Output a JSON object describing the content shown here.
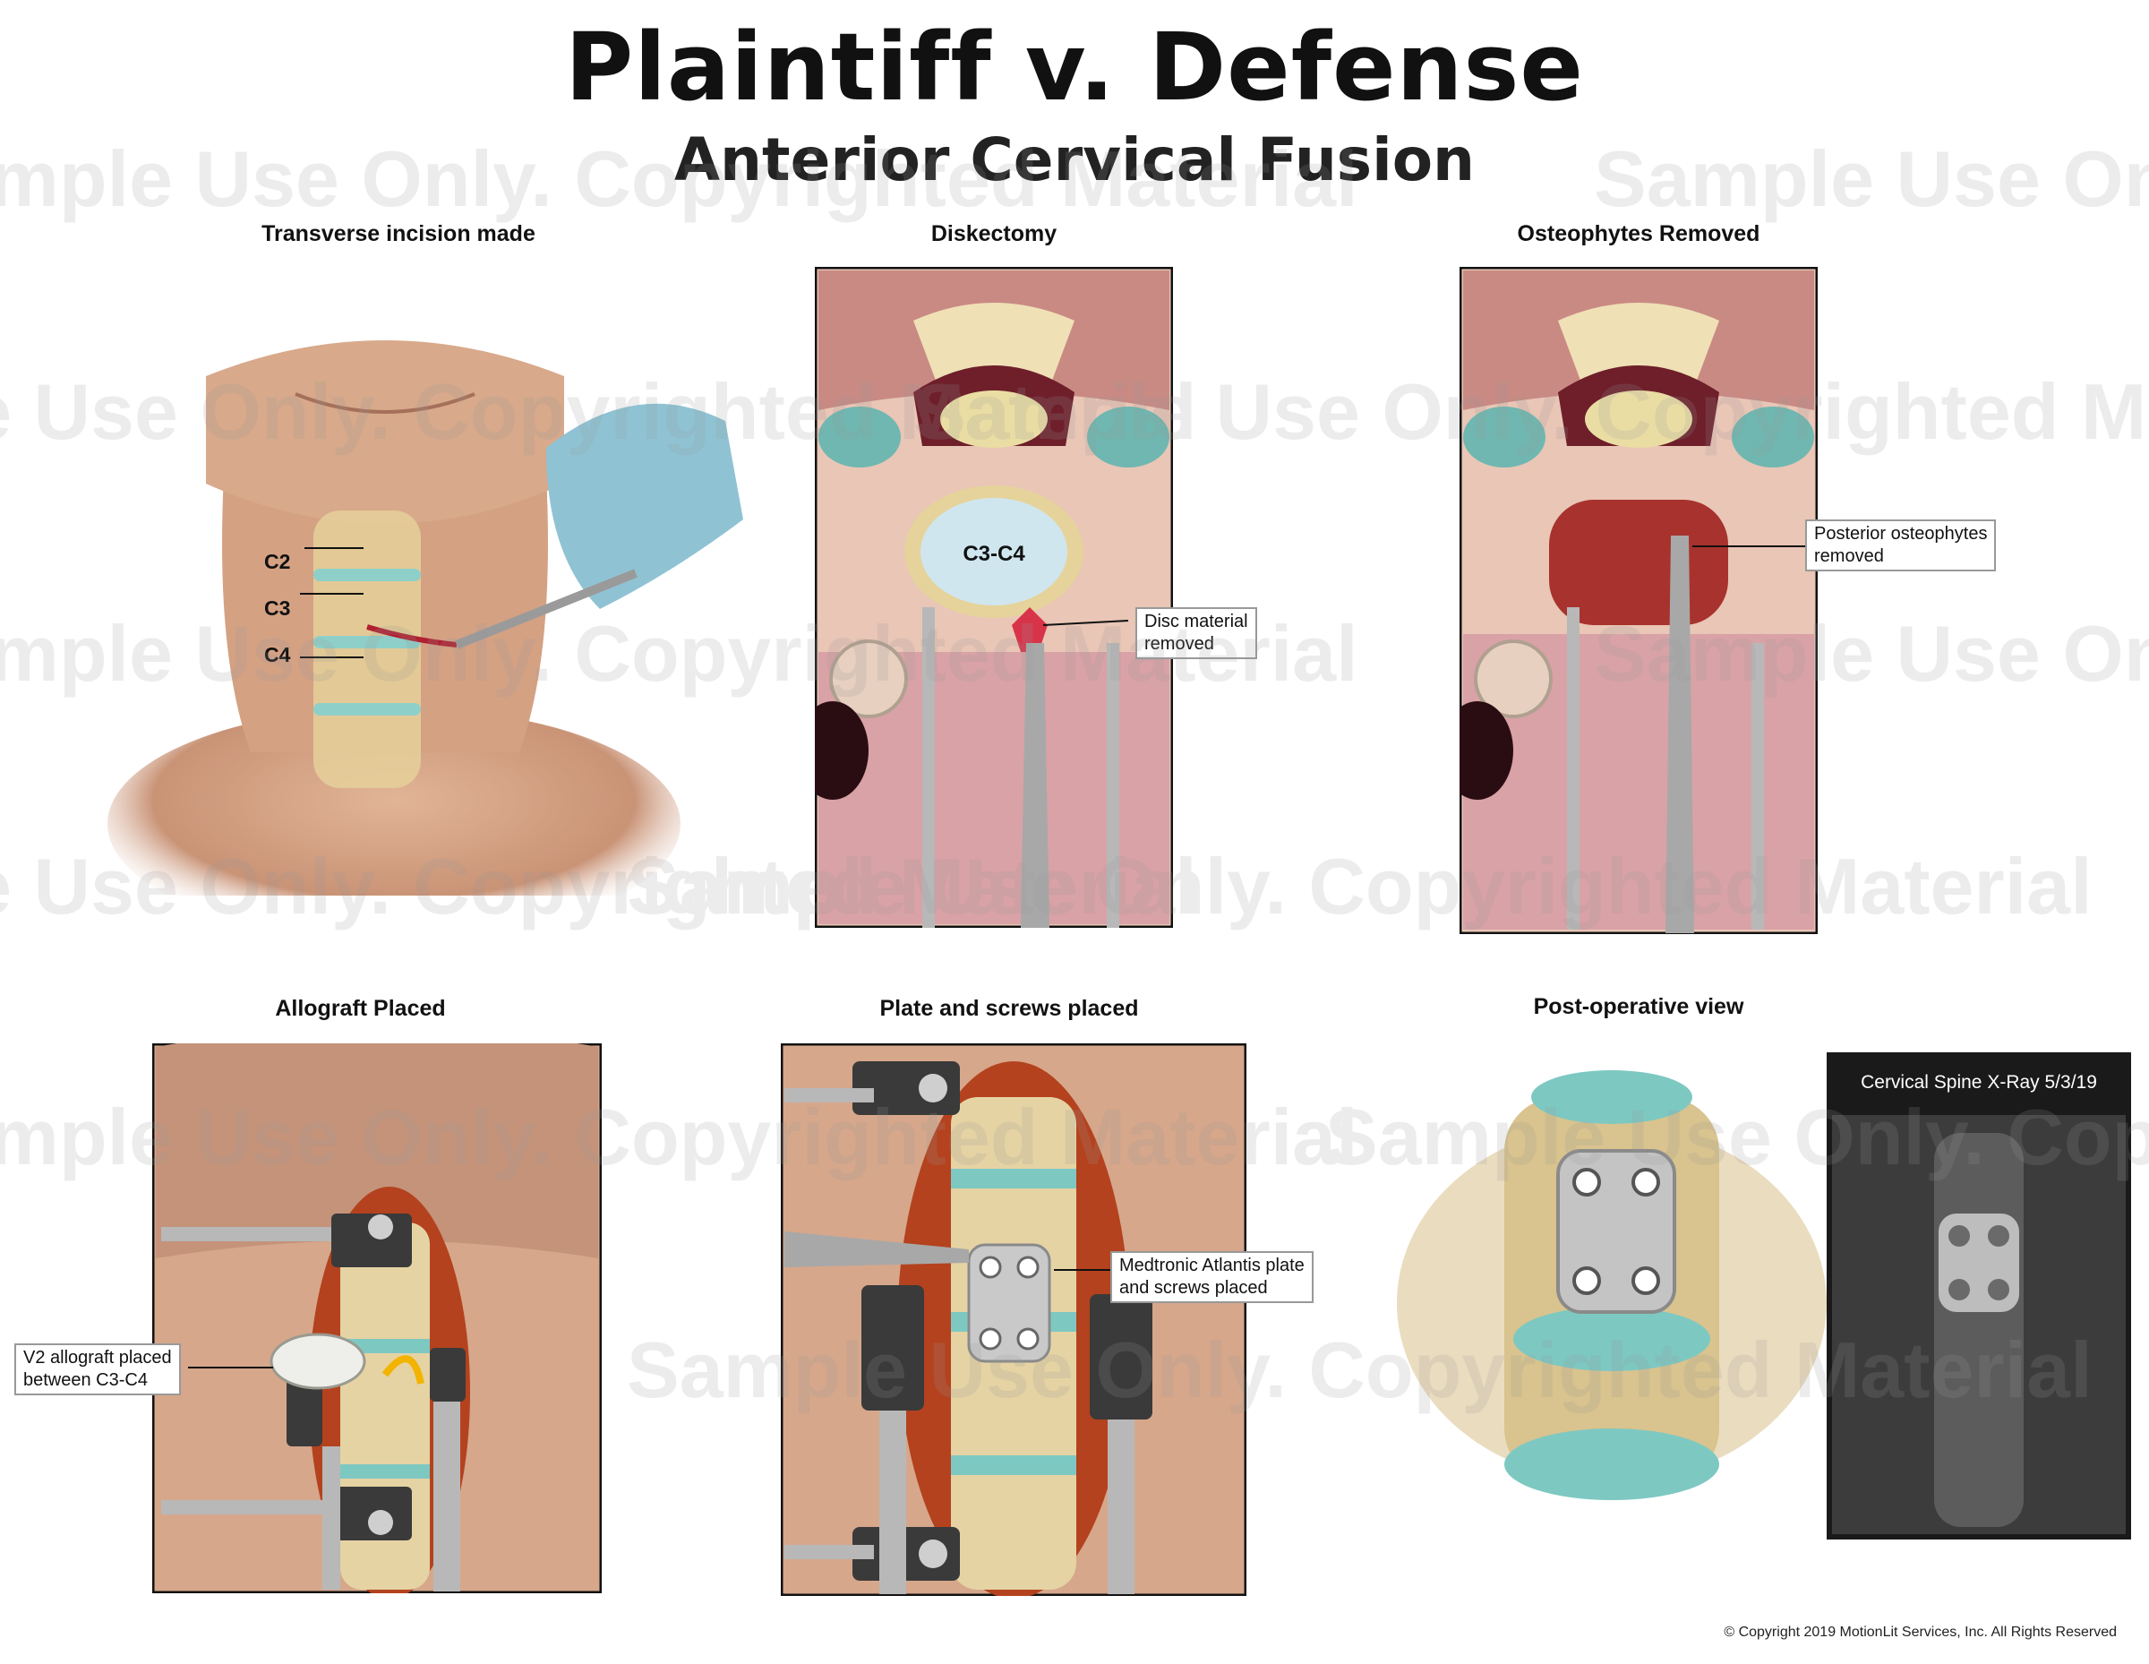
{
  "title": "Plaintiff v. Defense",
  "subtitle": "Anterior Cervical Fusion",
  "panels": {
    "incision": {
      "title": "Transverse incision made",
      "labels": [
        "C2",
        "C3",
        "C4"
      ]
    },
    "diskectomy": {
      "title": "Diskectomy",
      "disc_label": "C3-C4",
      "callout": "Disc material\nremoved"
    },
    "osteophytes": {
      "title": "Osteophytes Removed",
      "callout": "Posterior osteophytes\nremoved"
    },
    "allograft": {
      "title": "Allograft Placed",
      "callout": "V2 allograft placed\nbetween C3-C4"
    },
    "plate": {
      "title": "Plate and screws placed",
      "callout": "Medtronic Atlantis plate\nand screws placed"
    },
    "postop": {
      "title": "Post-operative view",
      "xray_caption": "Cervical Spine X-Ray 5/3/19"
    }
  },
  "watermark_text": "Sample Use Only. Copyrighted Material",
  "copyright": "© Copyright 2019 MotionLit Services, Inc. All Rights Reserved",
  "colors": {
    "skin": "#d9a98a",
    "bone": "#e8d6a6",
    "disc": "#8fcfc9",
    "muscle": "#c98a84",
    "glove": "#8fc3d4",
    "xray_bg": "#1a1a1a"
  }
}
